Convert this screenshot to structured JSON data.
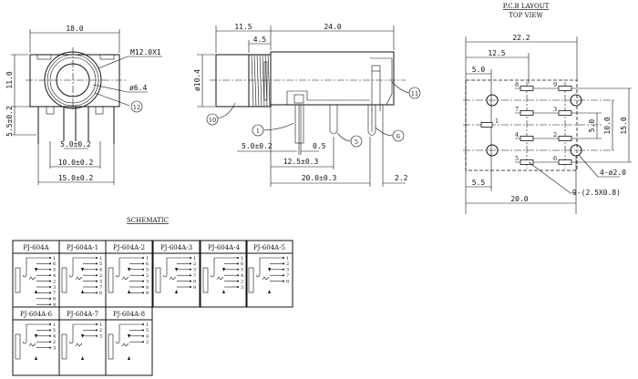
{
  "front_view": {
    "width_dim": "18.0",
    "height_dim": "11.0",
    "pin_len_dim": "5.5±0.2",
    "thread_label": "M12.0X1",
    "bore_label": "ø6.4",
    "callout_12": "12",
    "dim_5": "5.0±0.2",
    "dim_10": "10.0±0.2",
    "dim_15": "15.0±0.2"
  },
  "side_view": {
    "dim_11_5": "11.5",
    "dim_24": "24.0",
    "dim_4_5": "4.5",
    "dia_label": "ø10.4",
    "callout_10": "10",
    "callout_1": "1",
    "callout_5": "5",
    "callout_6": "6",
    "callout_11": "11",
    "dim_5": "5.0±0.2",
    "dim_0_5": "0.5",
    "dim_12_5": "12.5±0.3",
    "dim_20": "20.0±0.3",
    "dim_2_2": "2.2"
  },
  "pcb_layout": {
    "title": "P.C.B LAYOUT",
    "subtitle": "TOP VIEW",
    "dim_22_2": "22.2",
    "dim_12_5": "12.5",
    "dim_5_0": "5.0",
    "dim_5_5": "5.5",
    "dim_20_0": "20.0",
    "dim_r5": "5.0",
    "dim_r10": "10.0",
    "dim_r15": "15.0",
    "holes_note": "4-ø2.0",
    "pads_note": "9-(2.5X0.8)",
    "pad_labels": [
      "8",
      "9",
      "7",
      "3",
      "1",
      "4",
      "2",
      "5",
      "6"
    ]
  },
  "schematic": {
    "title": "SCHEMATIC",
    "models": [
      {
        "name": "PJ-604A",
        "pins": [
          "1",
          "6",
          "5",
          "4",
          "2",
          "3",
          "7",
          "8",
          "9"
        ]
      },
      {
        "name": "PJ-604A-1",
        "pins": [
          "1",
          "5",
          "4",
          "2",
          "3",
          "7",
          "8"
        ]
      },
      {
        "name": "PJ-604A-2",
        "pins": [
          "1",
          "6",
          "5",
          "2",
          "3",
          "8",
          "9"
        ]
      },
      {
        "name": "PJ-604A-3",
        "pins": [
          "1",
          "2",
          "3",
          "7",
          "8",
          "9"
        ]
      },
      {
        "name": "PJ-604A-4",
        "pins": [
          "1",
          "6",
          "5",
          "4",
          "2",
          "3"
        ]
      },
      {
        "name": "PJ-604A-5",
        "pins": [
          "1",
          "2",
          "3",
          "7",
          "8"
        ]
      },
      {
        "name": "PJ-604A-6",
        "pins": [
          "1",
          "5",
          "4",
          "2",
          "3"
        ]
      },
      {
        "name": "PJ-604A-7",
        "pins": [
          "1",
          "2",
          "3"
        ]
      },
      {
        "name": "PJ-604A-8",
        "pins": [
          "1",
          "5",
          "4",
          "2"
        ]
      }
    ]
  }
}
